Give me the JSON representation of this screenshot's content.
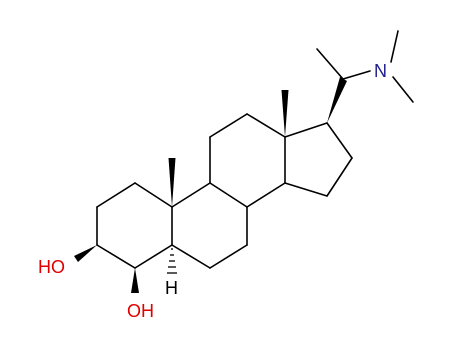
{
  "molecule": {
    "labels": {
      "nitrogen": "N",
      "hydroxyl_3": "HO",
      "hydroxyl_4": "OH",
      "hydrogen_5": "H"
    },
    "colors": {
      "bond": "#000000",
      "nitrogen": "#1f1f8f",
      "oxygen": "#e00000",
      "carbon_text": "#000000"
    }
  }
}
